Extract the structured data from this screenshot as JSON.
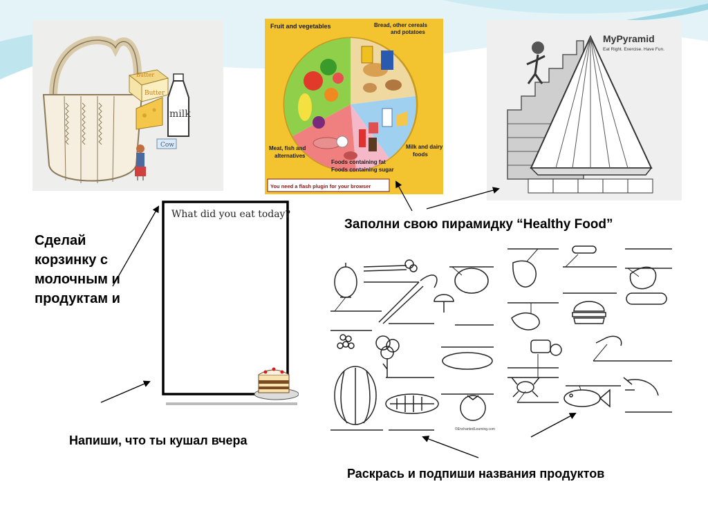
{
  "slide": {
    "captions": {
      "basket": "Сделай корзинку с молочным и продуктам и",
      "diary": "Напиши, что ты кушал вчера",
      "pyramid": "Заполни свою пирамидку “Healthy Food”",
      "coloring": "Раскрась и подпиши названия продуктов"
    }
  },
  "images": {
    "basket_craft": {
      "labels": {
        "butter_box": "Butter",
        "butter_top": "Butter",
        "milk": "milk",
        "cow": "Cow"
      }
    },
    "food_plate": {
      "labels": {
        "fruit_veg": "Fruit and vegetables",
        "bread_line1": "Bread, other cereals",
        "bread_line2": "and potatoes",
        "meat_line1": "Meat, fish and",
        "meat_line2": "alternatives",
        "fat": "Foods containing fat",
        "sugar": "Foods containing sugar",
        "milk_line1": "Milk and dairy",
        "milk_line2": "foods",
        "flash_notice": "You need a flash plugin for your browser"
      }
    },
    "my_pyramid": {
      "labels": {
        "title": "MyPyramid",
        "tagline": "Eat Right. Exercise. Have Fun."
      }
    },
    "diary_sheet": {
      "labels": {
        "title": "What did you eat today?"
      }
    },
    "coloring_sheet": {
      "labels": {
        "credit": "©EnchantedLearning.com"
      }
    }
  },
  "colors": {
    "plate_background": "#f4c430",
    "slide_wave": "#bfe6ef",
    "arrow": "#000000"
  }
}
